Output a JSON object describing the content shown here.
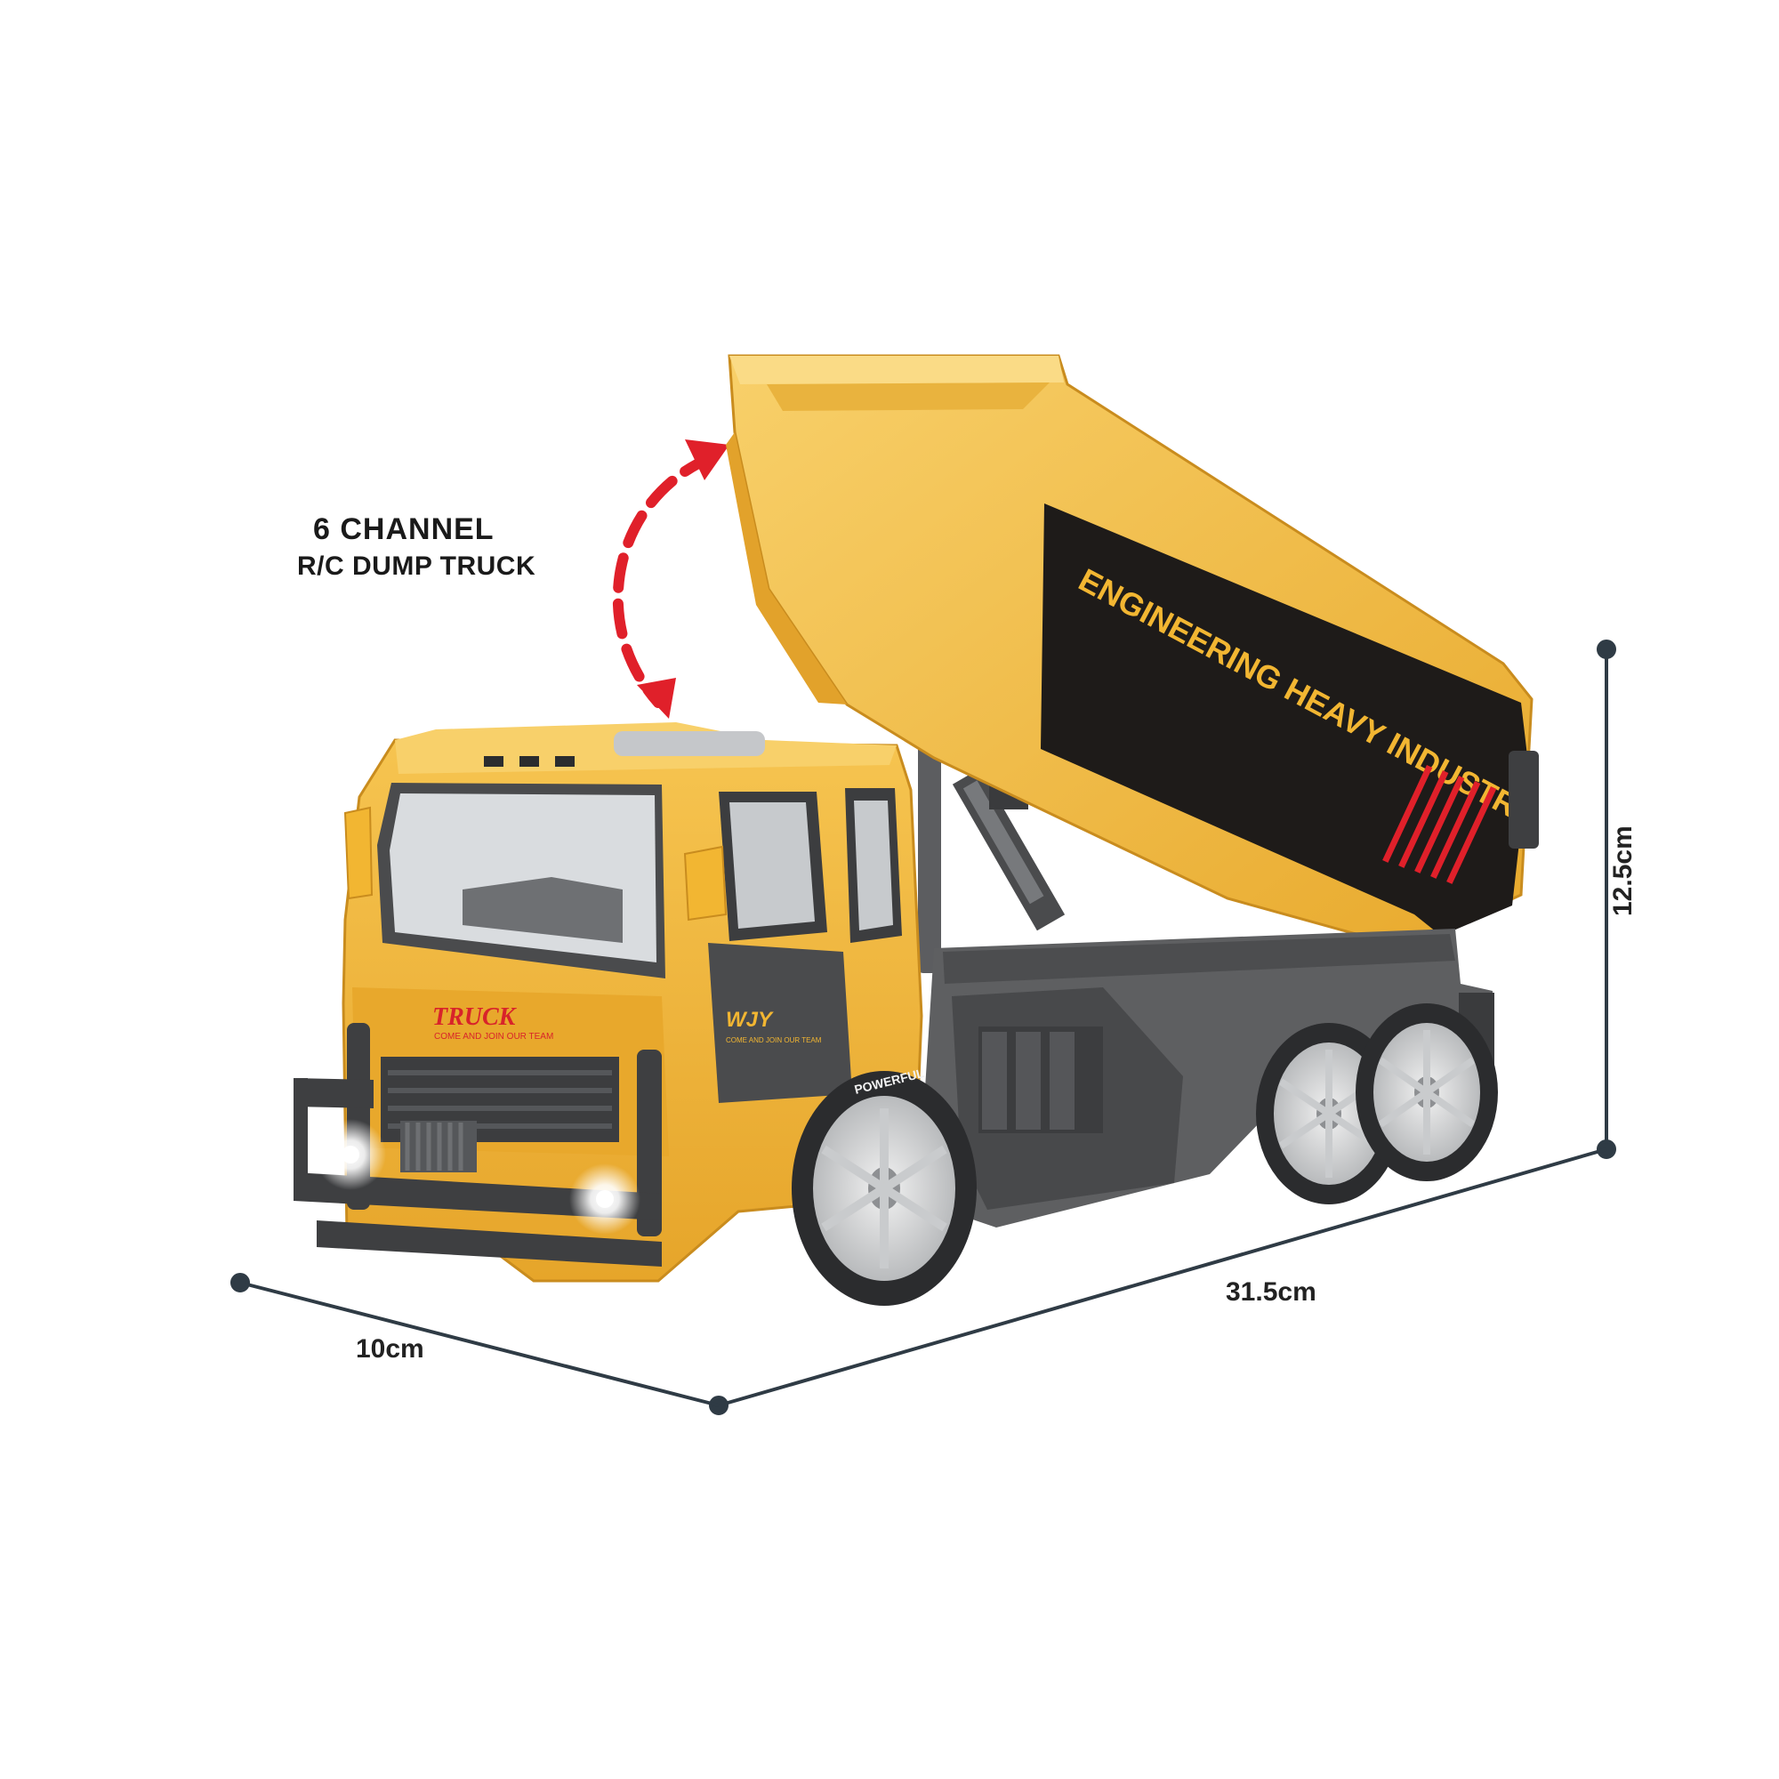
{
  "headline": {
    "line1": "6 CHANNEL",
    "line2": "R/C DUMP TRUCK"
  },
  "dimensions": {
    "length": "31.5cm",
    "width": "10cm",
    "height": "12.5cm"
  },
  "truck_graphics": {
    "bed_slogan": "ENGINEERING HEAVY INDUSTRY",
    "grille_badge": "TRUCK",
    "grille_tagline": "COME AND JOIN OUR TEAM",
    "door_badge": "WJY",
    "door_tagline": "COME AND JOIN OUR TEAM",
    "tyre_text": "POWERFUL"
  },
  "colors": {
    "body_yellow": "#F2B632",
    "body_yellow_light": "#F8CD5A",
    "body_yellow_dark": "#D99A1E",
    "chassis_gray": "#5E5F61",
    "chassis_dark": "#3C3D3F",
    "stripe_black": "#1E1B19",
    "arrow_red": "#E0202A",
    "dim_line": "#2F3B45"
  },
  "icons": {
    "tilt_arrow": "curved-double-arrow-icon"
  }
}
